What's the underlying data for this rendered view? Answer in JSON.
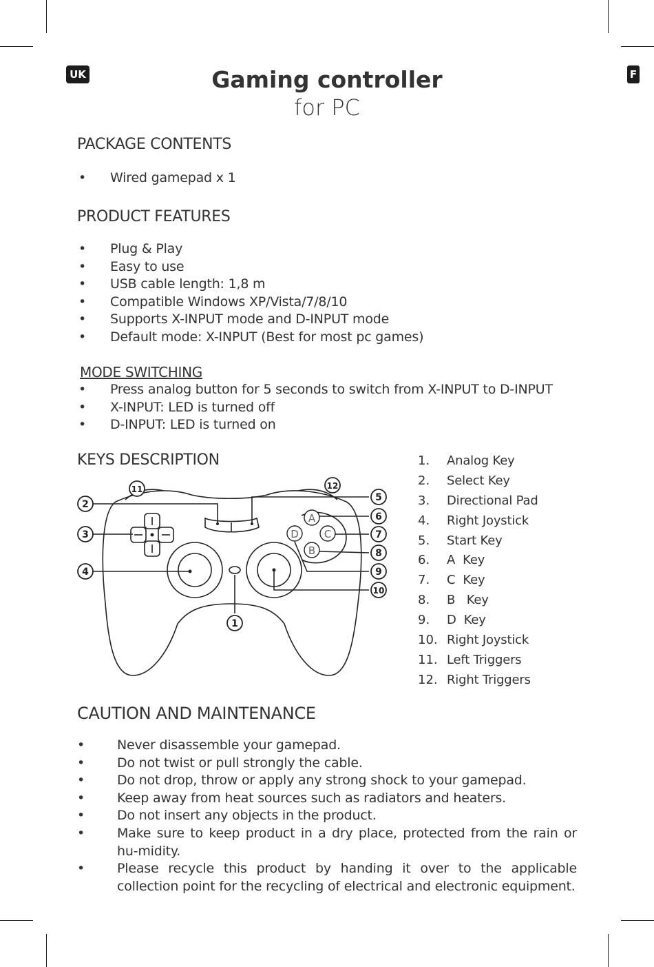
{
  "lang": {
    "left": "UK",
    "right": "F"
  },
  "header": {
    "title": "Gaming controller",
    "subtitle": "for PC"
  },
  "package": {
    "heading": "PACKAGE CONTENTS",
    "items": [
      "Wired gamepad x 1"
    ]
  },
  "features": {
    "heading": "PRODUCT FEATURES",
    "items": [
      "Plug & Play",
      "Easy to use",
      "USB cable length: 1,8 m",
      "Compatible Windows XP/Vista/7/8/10",
      "Supports X-INPUT mode and D-INPUT mode",
      "Default mode: X-INPUT (Best for most pc games)"
    ]
  },
  "mode": {
    "heading": "MODE SWITCHING",
    "items": [
      "Press analog button for 5 seconds to switch from X-INPUT to D-INPUT",
      "X-INPUT: LED is turned off",
      "D-INPUT: LED is turned on"
    ]
  },
  "keys": {
    "heading": "KEYS DESCRIPTION",
    "items": [
      {
        "num": "1.",
        "label": "Analog Key"
      },
      {
        "num": "2.",
        "label": "Select Key"
      },
      {
        "num": "3.",
        "label": "Directional Pad"
      },
      {
        "num": "4.",
        "label": "Right Joystick"
      },
      {
        "num": "5.",
        "label": "Start Key"
      },
      {
        "num": "6.",
        "label": "A  Key"
      },
      {
        "num": "7.",
        "label": "C  Key"
      },
      {
        "num": "8.",
        "label": "B   Key"
      },
      {
        "num": "9.",
        "label": "D  Key"
      },
      {
        "num": "10.",
        "label": "Right Joystick"
      },
      {
        "num": "11.",
        "label": "Left Triggers"
      },
      {
        "num": "12.",
        "label": "Right Triggers"
      }
    ],
    "diagram": {
      "callouts": [
        "1",
        "2",
        "3",
        "4",
        "5",
        "6",
        "7",
        "8",
        "9",
        "10",
        "11",
        "12"
      ],
      "buttons": {
        "a": "A",
        "b": "B",
        "c": "C",
        "d": "D"
      }
    }
  },
  "caution": {
    "heading": "CAUTION AND MAINTENANCE",
    "items": [
      "Never disassemble your gamepad.",
      "Do not twist or pull strongly the cable.",
      "Do not drop, throw or apply any strong shock to your gamepad.",
      "Keep away from heat sources such as radiators and heaters.",
      "Do not insert any objects in the product.",
      "Make sure to keep product in a dry place, protected from the rain or hu-midity.",
      "Please recycle this product by handing it over to the applicable collection point for the recycling of electrical and electronic equipment."
    ]
  },
  "bullet": "•"
}
